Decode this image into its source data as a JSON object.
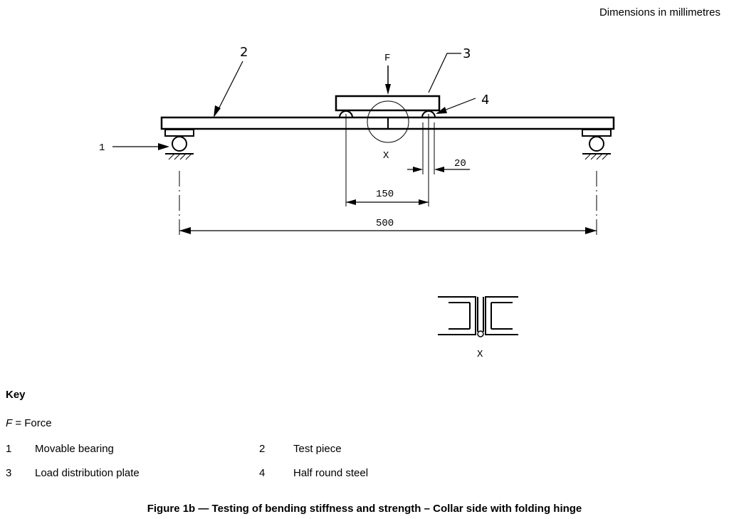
{
  "units_note": "Dimensions in millimetres",
  "drawing": {
    "callouts": {
      "n1": "1",
      "n2": "2",
      "n3": "3",
      "n4": "4"
    },
    "force_label": "F",
    "detail_label": "X",
    "dimensions": {
      "d20": "20",
      "d150": "150",
      "d500": "500"
    },
    "detail_view_label": "X"
  },
  "key": {
    "title": "Key",
    "force": {
      "symbol": "F",
      "text": " = Force"
    },
    "items": [
      {
        "num": "1",
        "label": "Movable bearing"
      },
      {
        "num": "2",
        "label": "Test piece"
      },
      {
        "num": "3",
        "label": "Load distribution plate"
      },
      {
        "num": "4",
        "label": "Half round steel"
      }
    ]
  },
  "caption": "Figure 1b — Testing of bending stiffness and strength – Collar side with folding hinge"
}
